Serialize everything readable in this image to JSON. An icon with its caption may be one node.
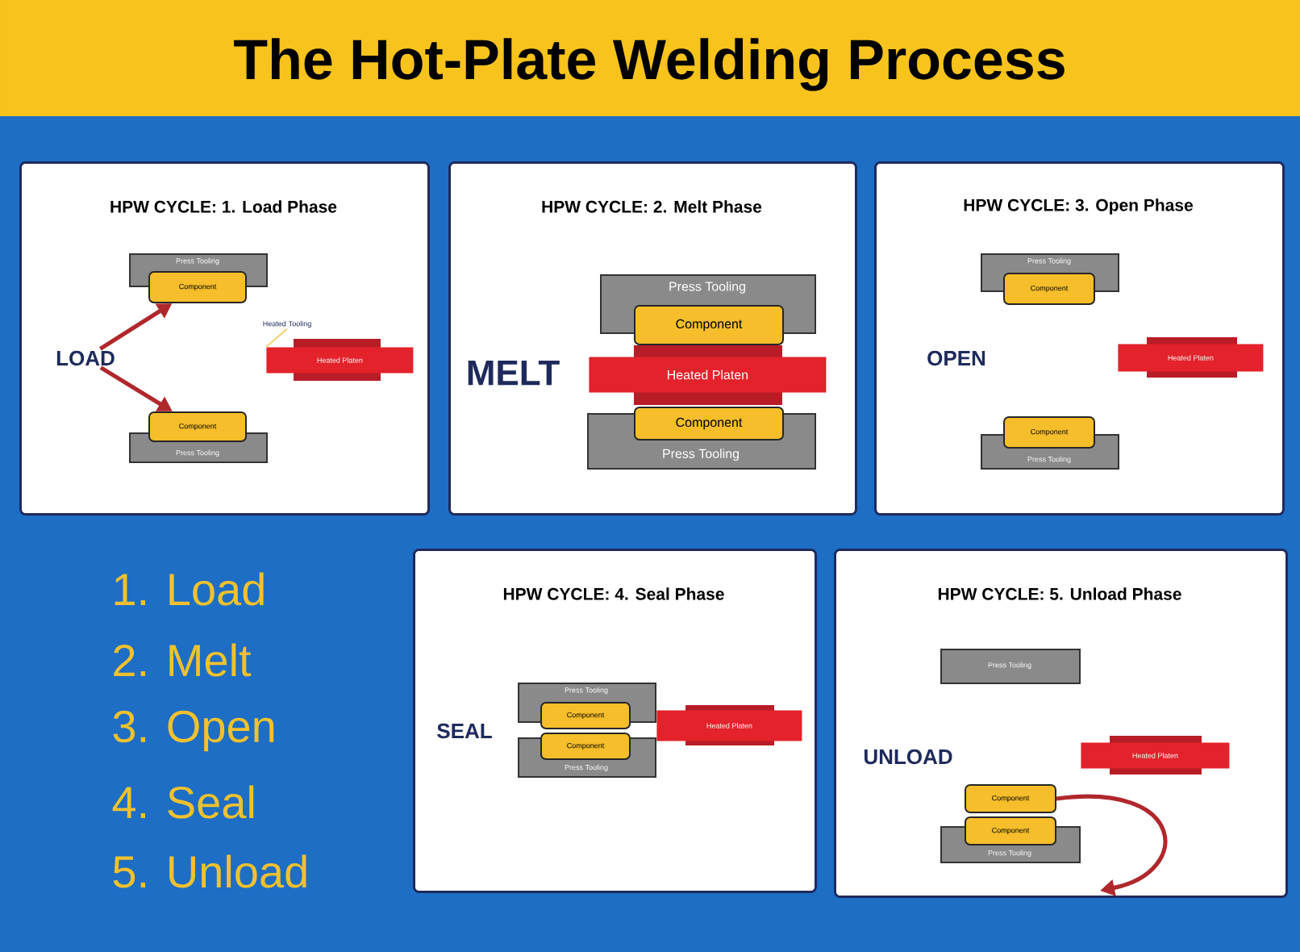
{
  "diagram": {
    "title": "The Hot-Plate Welding Process",
    "nodes": [
      {
        "text": [
          "HPW CYCLE: 1. Load Phase"
        ]
      },
      {
        "text": [
          "Press Tooling"
        ],
        "in": 0
      },
      {
        "text": [
          "Component"
        ],
        "in": 0
      },
      {
        "text": [
          "LOAD"
        ],
        "in": 0
      },
      {
        "text": [
          "Heated Tooling"
        ],
        "in": 0
      },
      {
        "text": [
          "Heated Platen"
        ],
        "in": 0
      },
      {
        "text": [
          "Component"
        ],
        "in": 0
      },
      {
        "text": [
          "Press Tooling"
        ],
        "in": 0
      },
      {
        "text": [
          "HPW CYCLE: 2. Melt Phase"
        ]
      },
      {
        "text": [
          "Press Tooling"
        ],
        "in": 8
      },
      {
        "text": [
          "Component"
        ],
        "in": 8
      },
      {
        "text": [
          "Heated Platen"
        ],
        "in": 8
      },
      {
        "text": [
          "Component"
        ],
        "in": 8
      },
      {
        "text": [
          "Press Tooling"
        ],
        "in": 8
      },
      {
        "text": [
          "HPW CYCLE: 3. Open Phase"
        ]
      },
      {
        "text": [
          "Press Tooling"
        ],
        "in": 14
      },
      {
        "text": [
          "Component"
        ],
        "in": 14
      },
      {
        "text": [
          "Heated Platen"
        ],
        "in": 14
      },
      {
        "text": [
          "Component"
        ],
        "in": 14
      },
      {
        "text": [
          "Press Tooling"
        ],
        "in": 14
      },
      {
        "text": [
          "HPW CYCLE: 4. Seal Phase"
        ]
      },
      {
        "text": [
          "Press Tooling"
        ],
        "in": 20
      },
      {
        "text": [
          "Component"
        ],
        "in": 20
      },
      {
        "text": [
          "Component"
        ],
        "in": 20
      },
      {
        "text": [
          "Press Tooling"
        ],
        "in": 20
      },
      {
        "text": [
          "Heated Platen"
        ],
        "in": 20
      },
      {
        "text": [
          "HPW CYCLE: 5. Unload Phase"
        ]
      },
      {
        "text": [
          "Press Tooling"
        ],
        "in": 26
      },
      {
        "text": [
          "Heated Platen"
        ],
        "in": 26
      },
      {
        "text": [
          "Component"
        ],
        "in": 26
      },
      {
        "text": [
          "Component"
        ],
        "in": 26
      },
      {
        "text": [
          "Press Tooling"
        ],
        "in": 26
      }
    ],
    "edges": [
      {
        "from": 3,
        "to": 2,
        "arrow": "to"
      },
      {
        "from": 3,
        "to": 6,
        "arrow": "to"
      },
      {
        "from": 4,
        "to": 5,
        "arrow": "none",
        "color": "#f2c94c"
      },
      {
        "from": 29,
        "to": null,
        "arrow": "to"
      }
    ],
    "labels": [
      "MELT",
      "OPEN",
      "1. Load",
      "2. Melt",
      "SEAL",
      "UNLOAD",
      "3. Open",
      "4. Seal",
      "5. Unload"
    ]
  }
}
